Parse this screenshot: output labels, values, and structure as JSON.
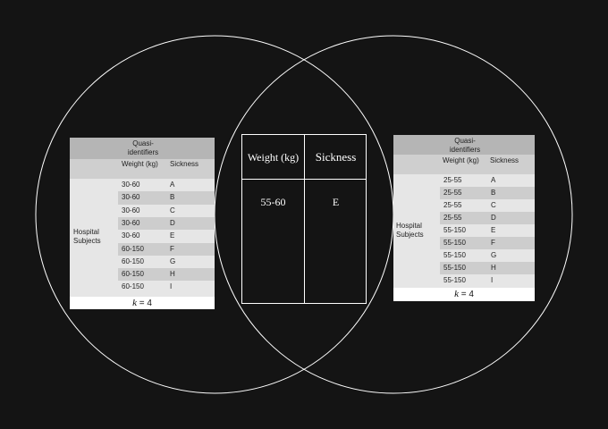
{
  "left_table": {
    "header_group": "Quasi-\nidentifiers",
    "col_weight": "Weight (kg)",
    "col_sickness": "Sickness",
    "row_label": "Hospital\nSubjects",
    "rows": [
      {
        "weight": "30-60",
        "sickness": "A"
      },
      {
        "weight": "30-60",
        "sickness": "B"
      },
      {
        "weight": "30-60",
        "sickness": "C"
      },
      {
        "weight": "30-60",
        "sickness": "D"
      },
      {
        "weight": "30-60",
        "sickness": "E"
      },
      {
        "weight": "60-150",
        "sickness": "F"
      },
      {
        "weight": "60-150",
        "sickness": "G"
      },
      {
        "weight": "60-150",
        "sickness": "H"
      },
      {
        "weight": "60-150",
        "sickness": "I"
      }
    ],
    "k_var": "k",
    "k_rest": " = 4"
  },
  "right_table": {
    "header_group": "Quasi-\nidentifiers",
    "col_weight": "Weight (kg)",
    "col_sickness": "Sickness",
    "row_label": "Hospital\nSubjects",
    "rows": [
      {
        "weight": "25-55",
        "sickness": "A"
      },
      {
        "weight": "25-55",
        "sickness": "B"
      },
      {
        "weight": "25-55",
        "sickness": "C"
      },
      {
        "weight": "25-55",
        "sickness": "D"
      },
      {
        "weight": "55-150",
        "sickness": "E"
      },
      {
        "weight": "55-150",
        "sickness": "F"
      },
      {
        "weight": "55-150",
        "sickness": "G"
      },
      {
        "weight": "55-150",
        "sickness": "H"
      },
      {
        "weight": "55-150",
        "sickness": "I"
      }
    ],
    "k_var": "k",
    "k_rest": " = 4"
  },
  "intersection": {
    "col_weight": "Weight (kg)",
    "col_sickness": "Sickness",
    "weight_value": "55-60",
    "sickness_value": "E"
  }
}
